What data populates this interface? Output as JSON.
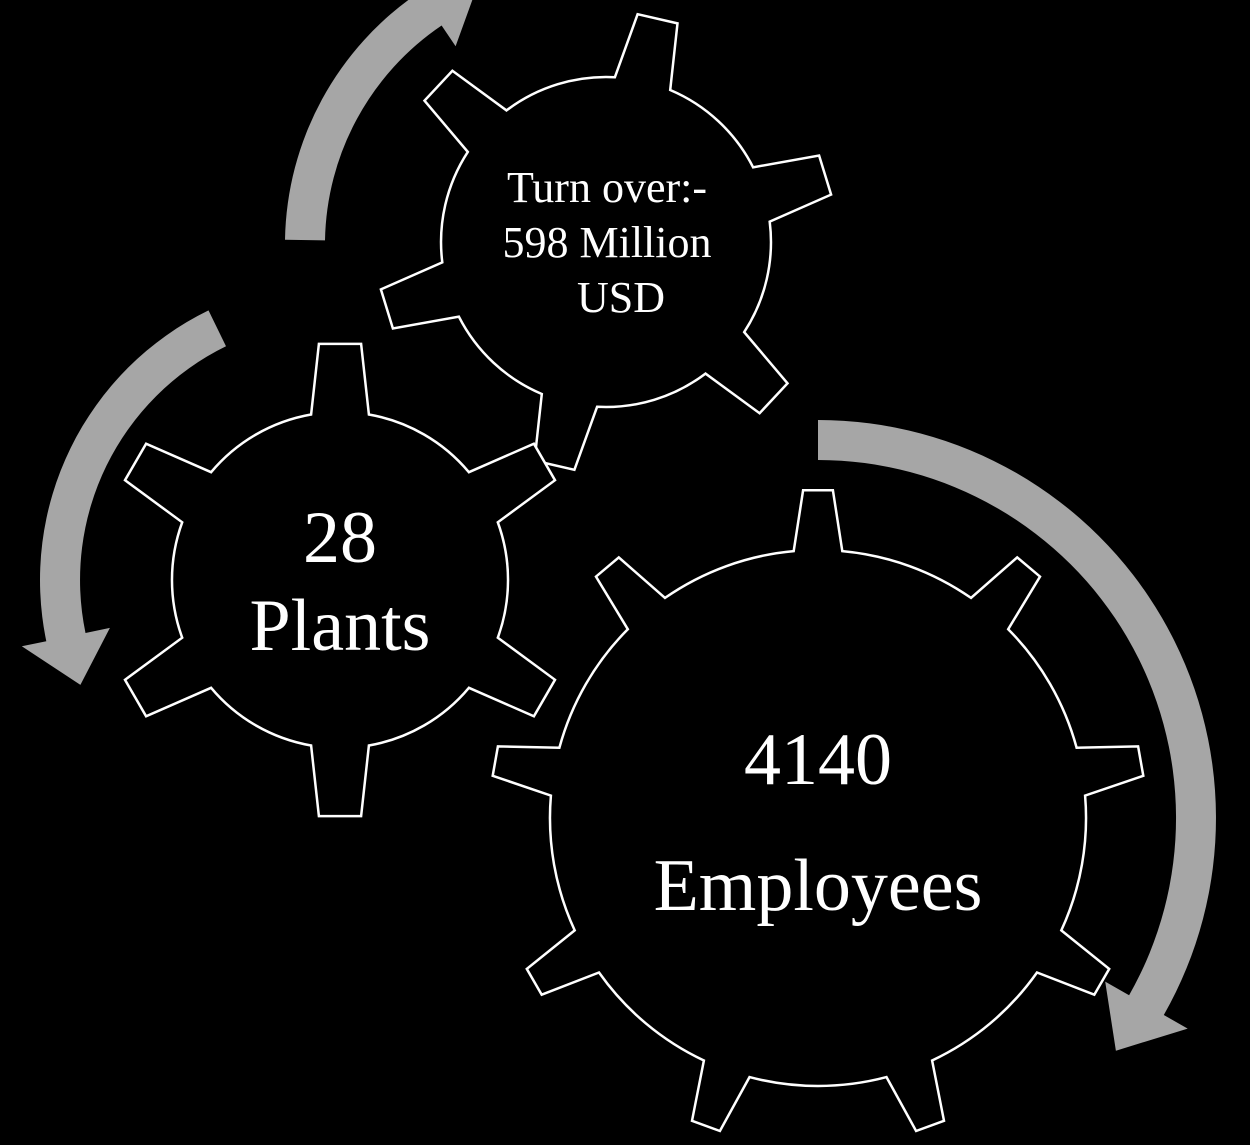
{
  "colors": {
    "background": "#000000",
    "gear_outline": "#ffffff",
    "gear_fill": "#000000",
    "arrow": "#a6a6a6",
    "text": "#ffffff"
  },
  "gears": {
    "turnover": {
      "lines": [
        "Turn over:-",
        "598 Million",
        "USD"
      ]
    },
    "plants": {
      "lines": [
        "28",
        "Plants"
      ]
    },
    "employees": {
      "lines": [
        "4140",
        "Employees"
      ]
    }
  }
}
